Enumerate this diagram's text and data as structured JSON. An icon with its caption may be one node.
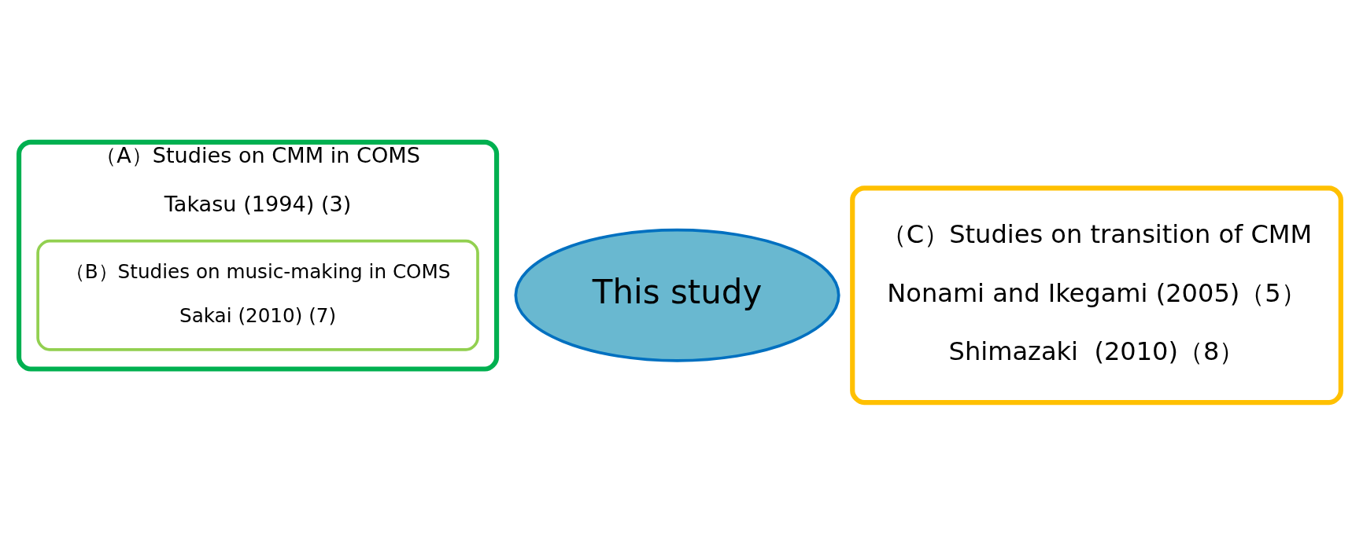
{
  "diagram": {
    "nodes": [
      {
        "text": [
          "（A）Studies on CMM in COMS",
          "Takasu (1994) (3)"
        ]
      },
      {
        "text": [
          "（B）Studies on music-making in COMS",
          "Sakai (2010) (7)"
        ],
        "in": 0
      },
      {
        "text": [
          "This study"
        ]
      },
      {
        "text": [
          "（C）Studies on transition of CMM",
          "Nonami and Ikegami (2005)（5）",
          "Shimazaki  (2010)（8）"
        ]
      }
    ],
    "edges": []
  }
}
